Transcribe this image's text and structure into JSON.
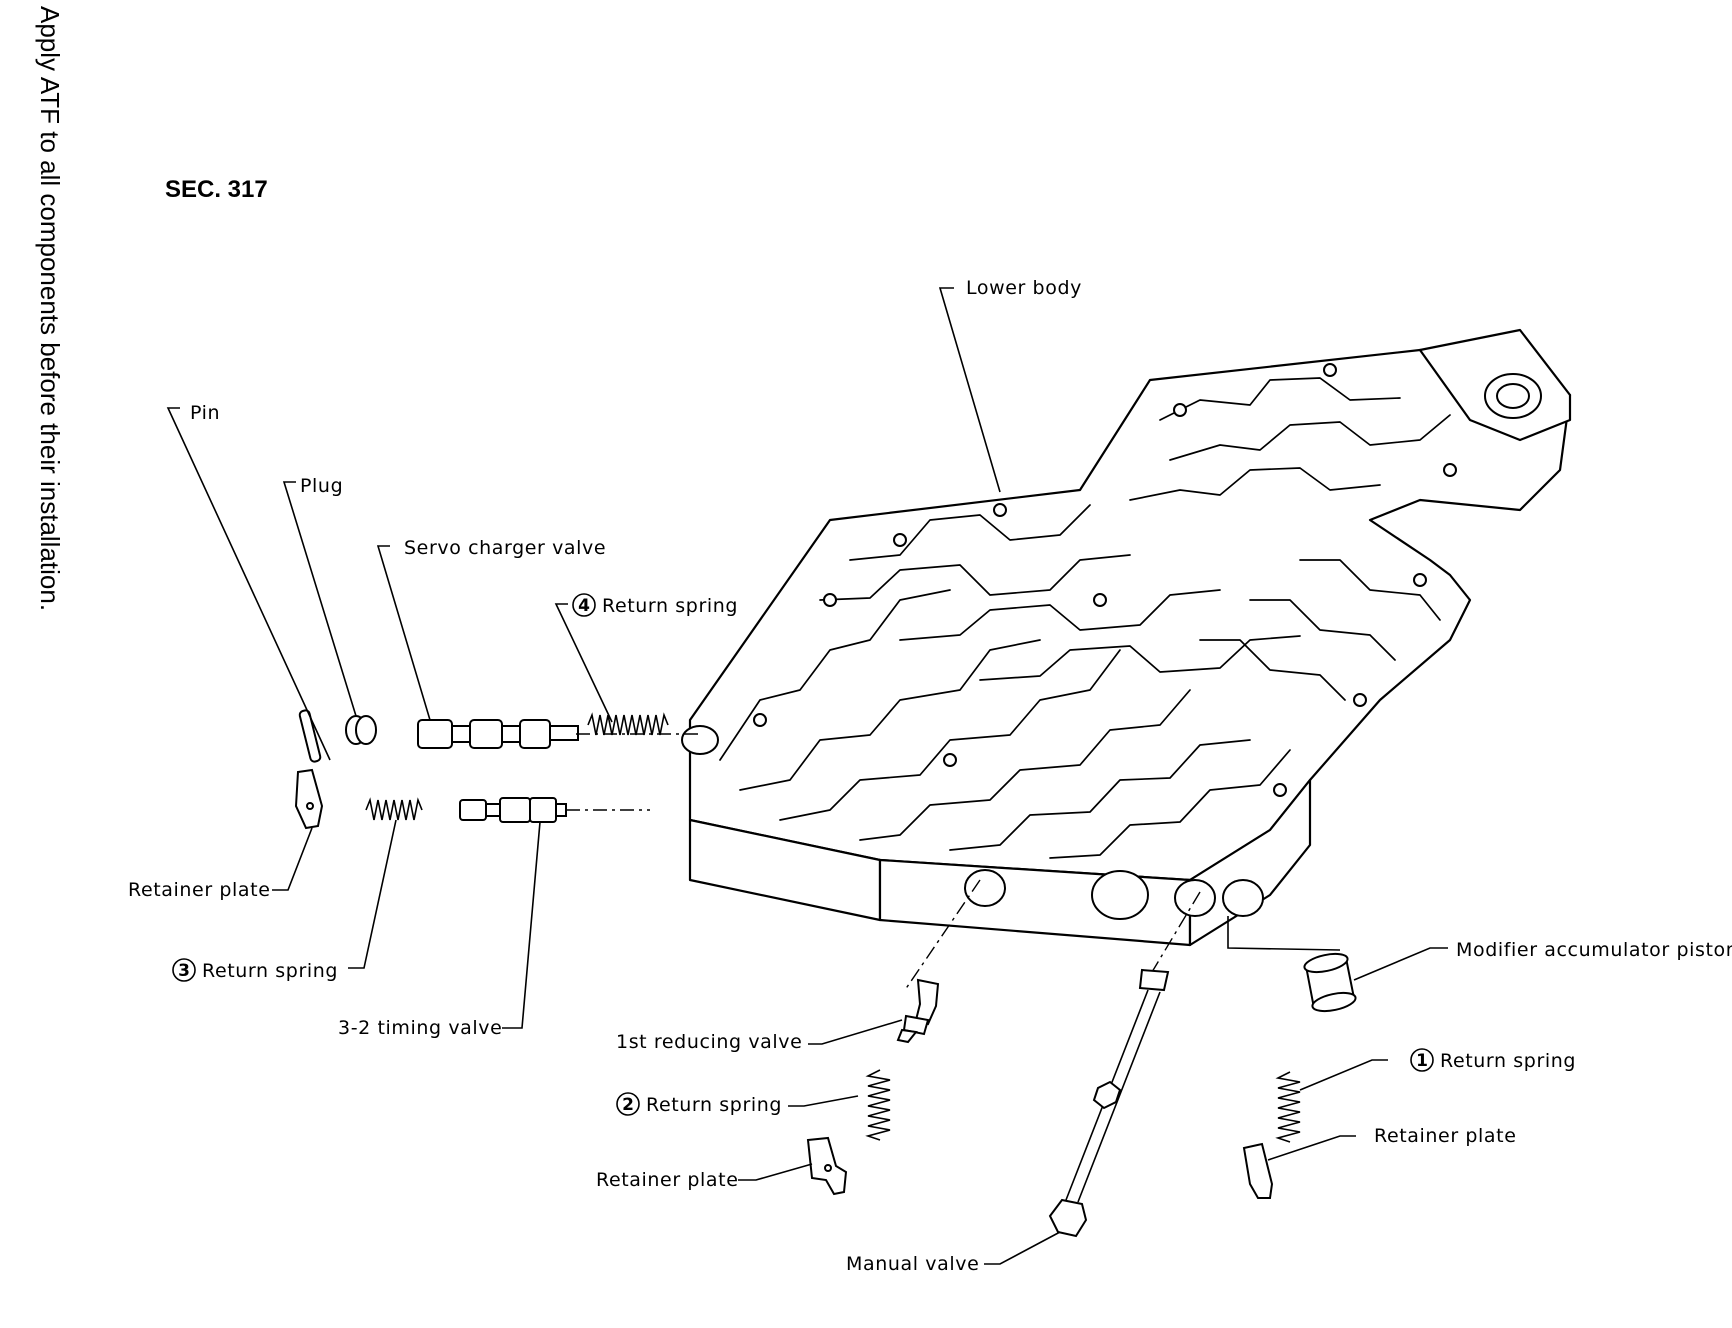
{
  "side_note": "Apply ATF to all components before their installation.",
  "section": "SEC. 317",
  "labels": {
    "lower_body": "Lower body",
    "pin": "Pin",
    "plug": "Plug",
    "servo_charger_valve": "Servo charger valve",
    "return_spring_4": "Return spring",
    "return_spring_4_num": "4",
    "retainer_plate_left": "Retainer plate",
    "return_spring_3": "Return spring",
    "return_spring_3_num": "3",
    "timing_valve": "3-2 timing valve",
    "first_reducing_valve": "1st reducing valve",
    "return_spring_2": "Return spring",
    "return_spring_2_num": "2",
    "retainer_plate_bottom": "Retainer plate",
    "manual_valve": "Manual valve",
    "modifier_accumulator_piston": "Modifier accumulator piston",
    "return_spring_1": "Return spring",
    "return_spring_1_num": "1",
    "retainer_plate_right": "Retainer plate"
  }
}
